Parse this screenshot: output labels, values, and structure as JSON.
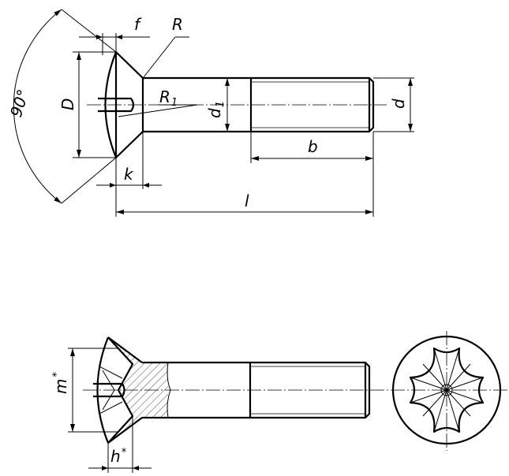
{
  "labels": {
    "angle": "90°",
    "f": "f",
    "R": "R",
    "D": "D",
    "R1_main": "R",
    "R1_sub": "1",
    "d1_main": "d",
    "d1_sub": "1",
    "d": "d",
    "b": "b",
    "k": "k",
    "l": "l",
    "m": "m",
    "m_star": "*",
    "h": "h",
    "h_star": "*"
  }
}
